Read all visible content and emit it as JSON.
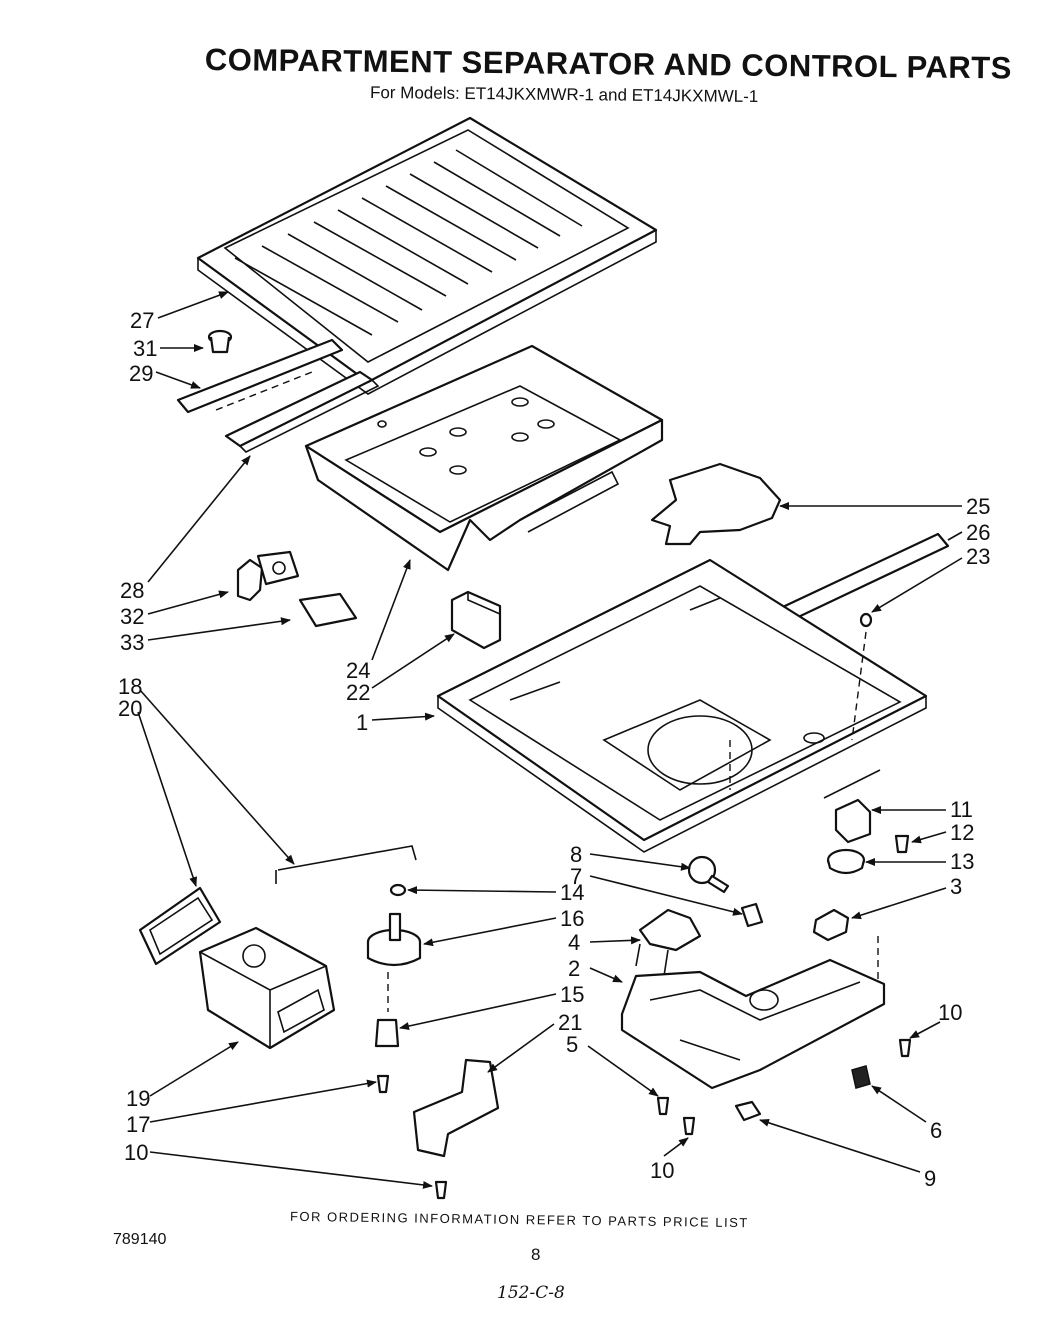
{
  "title": "COMPARTMENT SEPARATOR AND CONTROL PARTS",
  "subtitle": "For Models: ET14JKXMWR-1 and ET14JKXMWL-1",
  "footer_note": "FOR ORDERING INFORMATION REFER TO PARTS PRICE LIST",
  "doc_number": "789140",
  "page_number": "8",
  "handwritten_note": "152-C-8",
  "callouts": {
    "c27": "27",
    "c31": "31",
    "c29": "29",
    "c28": "28",
    "c32": "32",
    "c33": "33",
    "c24": "24",
    "c22": "22",
    "c18": "18",
    "c20": "20",
    "c1": "1",
    "c25": "25",
    "c26": "26",
    "c23": "23",
    "c11": "11",
    "c12": "12",
    "c13": "13",
    "c8": "8",
    "c7": "7",
    "c14": "14",
    "c16": "16",
    "c3": "3",
    "c4": "4",
    "c2": "2",
    "c15": "15",
    "c21": "21",
    "c5": "5",
    "c10a": "10",
    "c19": "19",
    "c17": "17",
    "c10b": "10",
    "c6": "6",
    "c10c": "10",
    "c9": "9"
  }
}
